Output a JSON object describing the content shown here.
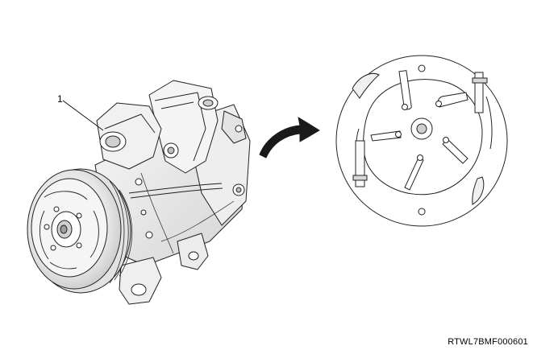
{
  "figure": {
    "callout_number": "1",
    "figure_code": "RTWL7BMF000601"
  },
  "colors": {
    "line": "#222222",
    "metal_light": "#f2f2f2",
    "metal_mid": "#d9d9d9",
    "metal_dark": "#a8a8a8",
    "arrow": "#1a1a1a"
  },
  "icons": {
    "compressor": "ac-compressor-illustration",
    "arrow": "curved-arrow-icon",
    "detail": "clutch-plate-detail-view"
  }
}
